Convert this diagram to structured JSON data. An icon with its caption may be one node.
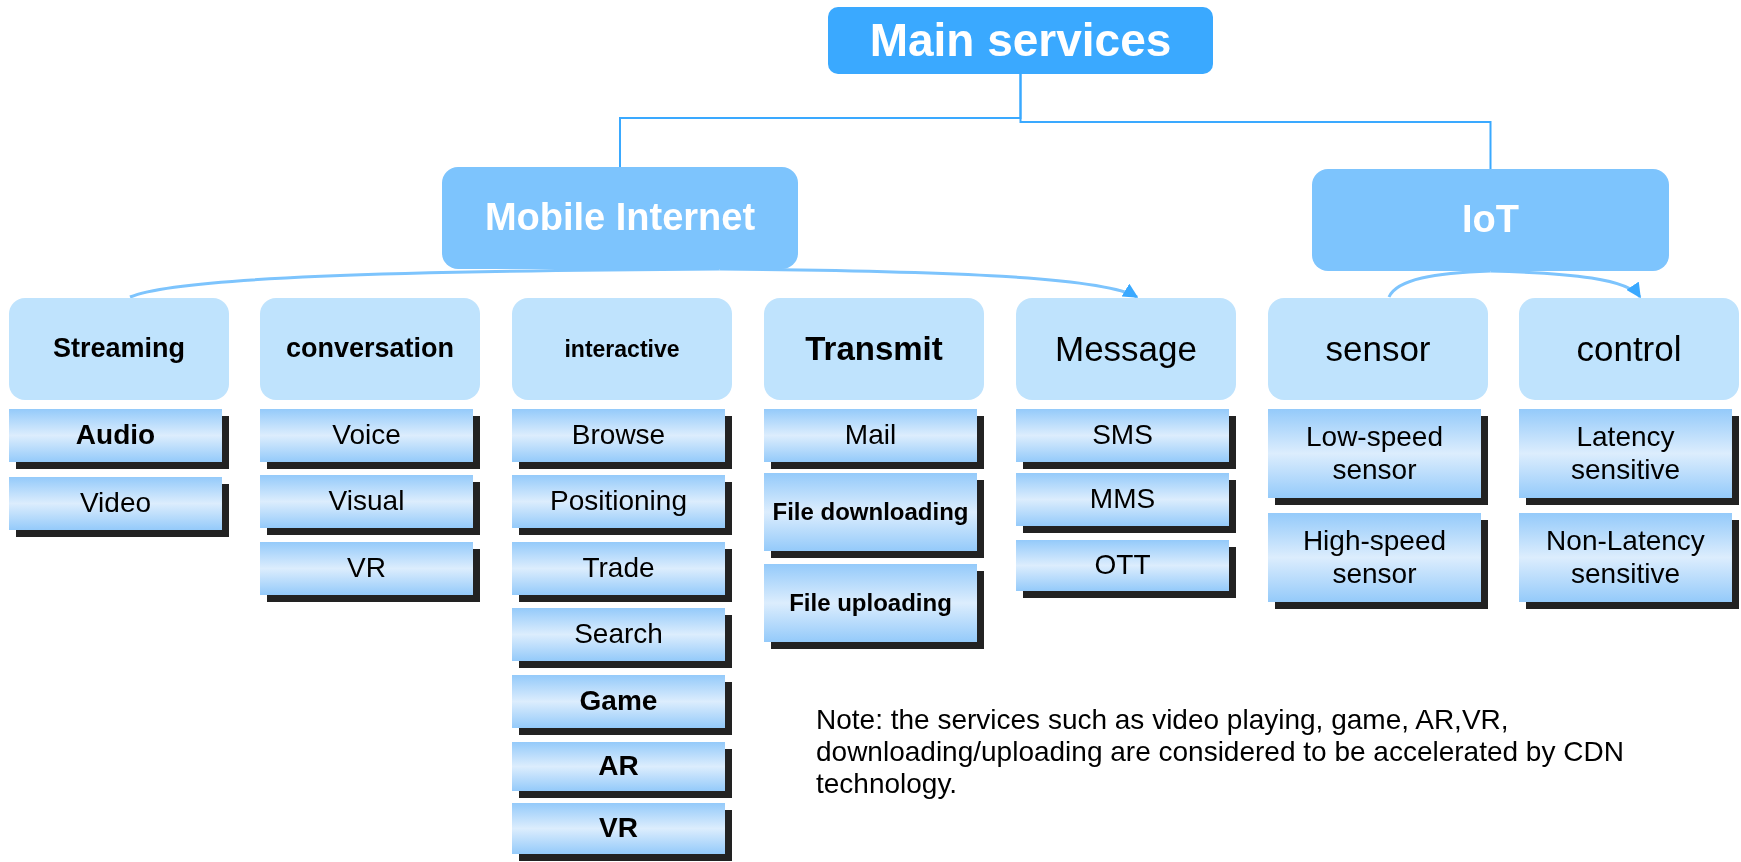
{
  "diagram": {
    "nodes": [
      {
        "text": [
          "Main services"
        ]
      },
      {
        "text": [
          "Mobile Internet"
        ]
      },
      {
        "text": [
          "IoT"
        ]
      },
      {
        "text": [
          "Streaming"
        ]
      },
      {
        "text": [
          "Audio"
        ]
      },
      {
        "text": [
          "Video"
        ]
      },
      {
        "text": [
          "conversation"
        ]
      },
      {
        "text": [
          "Voice"
        ]
      },
      {
        "text": [
          "Visual"
        ]
      },
      {
        "text": [
          "VR"
        ]
      },
      {
        "text": [
          "interactive"
        ]
      },
      {
        "text": [
          "Browse"
        ]
      },
      {
        "text": [
          "Positioning"
        ]
      },
      {
        "text": [
          "Trade"
        ]
      },
      {
        "text": [
          "Search"
        ]
      },
      {
        "text": [
          "Game"
        ]
      },
      {
        "text": [
          "AR"
        ]
      },
      {
        "text": [
          "VR"
        ]
      },
      {
        "text": [
          "Transmit"
        ]
      },
      {
        "text": [
          "Mail"
        ]
      },
      {
        "text": [
          "File downloading"
        ]
      },
      {
        "text": [
          "File uploading"
        ]
      },
      {
        "text": [
          "Message"
        ]
      },
      {
        "text": [
          "SMS"
        ]
      },
      {
        "text": [
          "MMS"
        ]
      },
      {
        "text": [
          "OTT"
        ]
      },
      {
        "text": [
          "sensor"
        ]
      },
      {
        "text": [
          "Low-speed sensor"
        ]
      },
      {
        "text": [
          "High-speed sensor"
        ]
      },
      {
        "text": [
          "control"
        ]
      },
      {
        "text": [
          "Latency sensitive"
        ]
      },
      {
        "text": [
          "Non-Latency sensitive"
        ]
      }
    ],
    "edges": [
      {
        "from": 0,
        "to": 1,
        "arrow": "none"
      },
      {
        "from": 0,
        "to": 2,
        "arrow": "none"
      },
      {
        "from": 1,
        "to": 3,
        "arrow": "none"
      },
      {
        "from": 1,
        "to": 22,
        "arrow": "to"
      },
      {
        "from": 2,
        "to": 26,
        "arrow": "none"
      },
      {
        "from": 2,
        "to": 29,
        "arrow": "to"
      }
    ],
    "labels": [
      "Note: the services such as video playing, game, AR,VR, downloading/uploading are considered to be accelerated by CDN technology."
    ]
  }
}
